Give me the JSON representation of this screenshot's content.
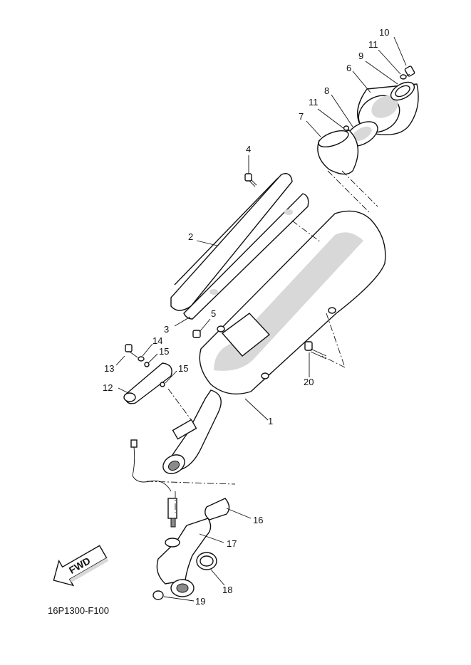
{
  "diagram": {
    "drawing_code": "16P1300-F100",
    "fwd_label": "FWD",
    "callouts": [
      {
        "id": "1",
        "label": "1"
      },
      {
        "id": "2",
        "label": "2"
      },
      {
        "id": "3",
        "label": "3"
      },
      {
        "id": "4",
        "label": "4"
      },
      {
        "id": "5",
        "label": "5"
      },
      {
        "id": "6",
        "label": "6"
      },
      {
        "id": "7",
        "label": "7"
      },
      {
        "id": "8",
        "label": "8"
      },
      {
        "id": "9",
        "label": "9"
      },
      {
        "id": "10",
        "label": "10"
      },
      {
        "id": "11a",
        "label": "11"
      },
      {
        "id": "11b",
        "label": "11"
      },
      {
        "id": "12",
        "label": "12"
      },
      {
        "id": "13",
        "label": "13"
      },
      {
        "id": "14",
        "label": "14"
      },
      {
        "id": "15a",
        "label": "15"
      },
      {
        "id": "15b",
        "label": "15"
      },
      {
        "id": "16",
        "label": "16"
      },
      {
        "id": "17",
        "label": "17"
      },
      {
        "id": "18",
        "label": "18"
      },
      {
        "id": "19",
        "label": "19"
      },
      {
        "id": "20",
        "label": "20"
      }
    ]
  }
}
